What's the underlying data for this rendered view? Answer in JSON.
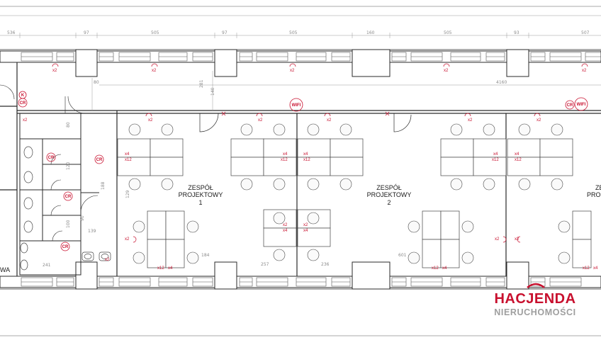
{
  "rooms": [
    {
      "line1": "ZESPÓŁ",
      "line2": "PROJEKTOWY",
      "number": "1"
    },
    {
      "line1": "ZESPÓŁ",
      "line2": "PROJEKTOWY",
      "number": "2"
    },
    {
      "line1": "ZE",
      "line2": "PRO"
    }
  ],
  "room_edge_label": "WA",
  "top_dimensions": [
    "536",
    "97",
    "505",
    "97",
    "505",
    "160",
    "505",
    "93",
    "507"
  ],
  "inner_dimensions": [
    "80",
    "4160",
    "140",
    "281",
    "80",
    "120",
    "139",
    "188",
    "100",
    "90",
    "129",
    "241",
    "184",
    "257",
    "236",
    "601"
  ],
  "socket_labels": {
    "x2": "x2",
    "x4": "x4",
    "x12": "x12"
  },
  "markers": {
    "wifi": "WIFI",
    "cr": "CR",
    "k": "K"
  },
  "logo": {
    "name": "HACJENDA",
    "subtitle": "NIERUCHOMOŚCI",
    "color_primary": "#c8102e",
    "color_secondary": "#9e9e9e"
  },
  "colors": {
    "walls": "#2a2a2a",
    "annotations": "#c8102e",
    "dimensions": "#8a8a8a"
  }
}
